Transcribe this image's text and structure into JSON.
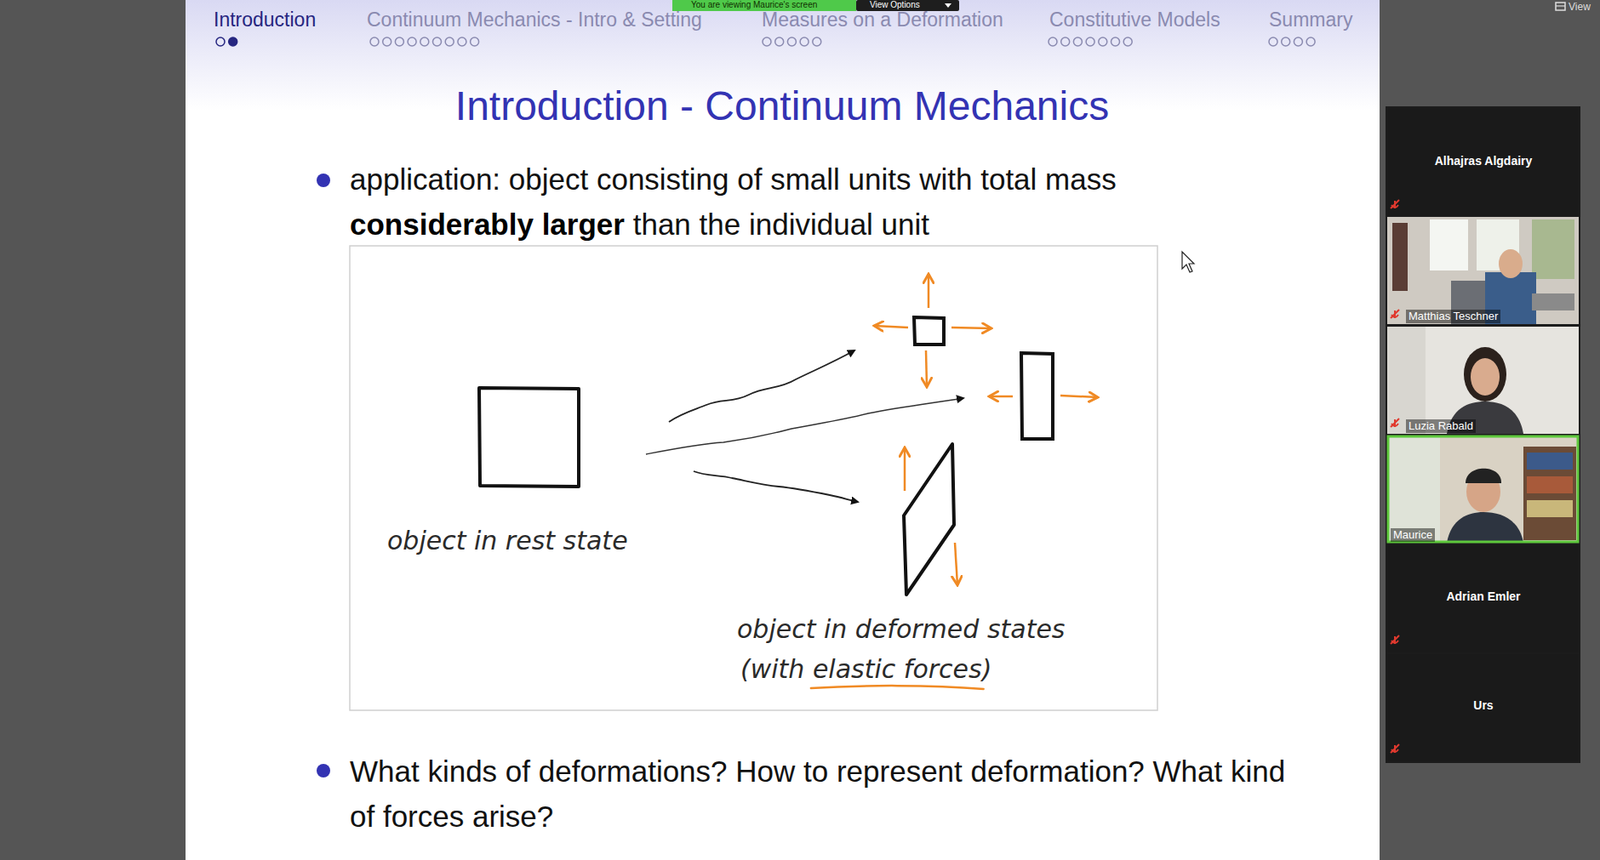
{
  "diagram": {
    "title": "Introduction - Continuum Mechanics",
    "labels": [
      "You are viewing Maurice's screen",
      "View Options",
      "View",
      "Introduction",
      "Continuum Mechanics - Intro & Setting",
      "Measures on a Deformation",
      "Constitutive Models",
      "Summary",
      "application: object consisting of small units with total mass",
      "considerably larger",
      "than the individual unit",
      "object in rest state",
      "object in deformed states",
      "(with elastic forces)",
      "What kinds of deformations? How to represent deformation? What kind of forces arise?",
      "Alhajras Algdairy",
      "Matthias Teschner",
      "Luzia Rabald",
      "Maurice",
      "Adrian Emler",
      "Urs"
    ]
  }
}
